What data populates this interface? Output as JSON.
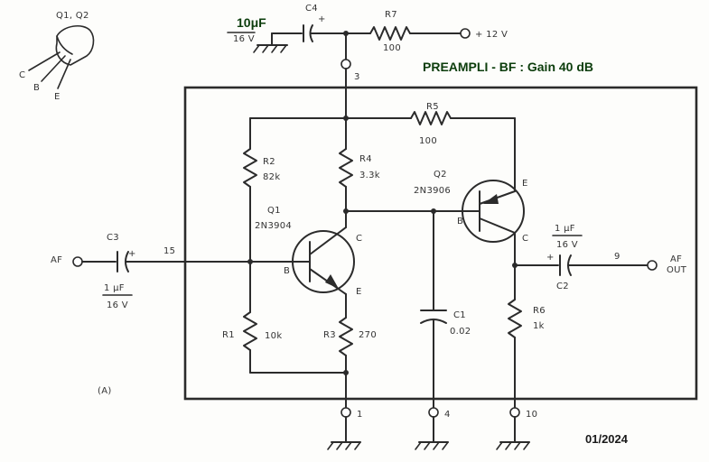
{
  "title": "PREAMPLI - BF : Gain 40 dB",
  "date": "01/2024",
  "figure_label": "(A)",
  "transistor_pinout": {
    "label": "Q1, Q2",
    "pins": [
      "C",
      "B",
      "E"
    ]
  },
  "components": {
    "q1": {
      "ref": "Q1",
      "part": "2N3904",
      "pins": [
        "B",
        "C",
        "E"
      ]
    },
    "q2": {
      "ref": "Q2",
      "part": "2N3906",
      "pins": [
        "B",
        "E",
        "C"
      ]
    },
    "r2": {
      "ref": "R2",
      "value": "82k"
    },
    "r4": {
      "ref": "R4",
      "value": "3.3k"
    },
    "r5": {
      "ref": "R5",
      "value": "100"
    },
    "r1": {
      "ref": "R1",
      "value": "10k"
    },
    "r3": {
      "ref": "R3",
      "value": "270"
    },
    "r6": {
      "ref": "R6",
      "value": "1k"
    },
    "r7": {
      "ref": "R7",
      "value": "100"
    },
    "c1": {
      "ref": "C1",
      "value": "0.02"
    },
    "c2": {
      "ref": "C2",
      "value": "1 μF",
      "voltage": "16 V",
      "polarity": "+"
    },
    "c3": {
      "ref": "C3",
      "value": "1 μF",
      "voltage": "16 V",
      "polarity": "+"
    },
    "c4": {
      "ref": "C4",
      "value": "10μF",
      "voltage": "16 V",
      "polarity": "+"
    }
  },
  "terminals": {
    "supply": "+ 12 V",
    "input": "AF",
    "output": [
      "AF",
      "OUT"
    ],
    "pin_numbers": {
      "p3": "3",
      "p15": "15",
      "p9": "9",
      "p1": "1",
      "p4": "4",
      "p10": "10"
    }
  }
}
